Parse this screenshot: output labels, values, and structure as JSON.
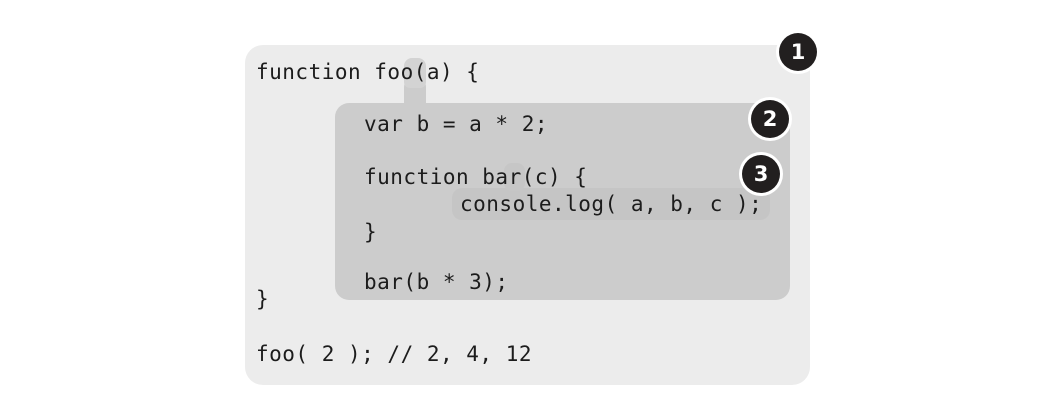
{
  "figure": {
    "kind": "code-scope-diagram",
    "language": "javascript",
    "background_color": "#ffffff"
  },
  "panels": {
    "outer": {
      "name": "global-scope-panel",
      "color": "#ececec",
      "marker": "1"
    },
    "inner": {
      "name": "foo-scope-panel",
      "color": "#cccccc",
      "marker": "2"
    },
    "console_highlight": {
      "name": "bar-scope-highlight",
      "color": "#c5c5c5",
      "marker": "3"
    }
  },
  "code": {
    "lines": [
      {
        "id": "foo-open",
        "text": "function foo(a) {"
      },
      {
        "id": "var-b",
        "text": "var b = a * 2;"
      },
      {
        "id": "bar-open",
        "text": "function bar(c) {"
      },
      {
        "id": "console",
        "text": "console.log( a, b, c );"
      },
      {
        "id": "bar-close",
        "text": "}"
      },
      {
        "id": "bar-call",
        "text": "bar(b * 3);"
      },
      {
        "id": "foo-close",
        "text": "}"
      },
      {
        "id": "foo-call",
        "text": "foo( 2 ); // 2, 4, 12"
      }
    ],
    "highlighted_params": [
      {
        "id": "param-a",
        "text": "a"
      },
      {
        "id": "param-c",
        "text": "c"
      }
    ],
    "text_color": "#1c1c1c"
  },
  "badges": [
    {
      "id": "badge-1",
      "label": "1",
      "color": "#221f1f",
      "text_color": "#ffffff"
    },
    {
      "id": "badge-2",
      "label": "2",
      "color": "#221f1f",
      "text_color": "#ffffff"
    },
    {
      "id": "badge-3",
      "label": "3",
      "color": "#221f1f",
      "text_color": "#ffffff"
    }
  ]
}
